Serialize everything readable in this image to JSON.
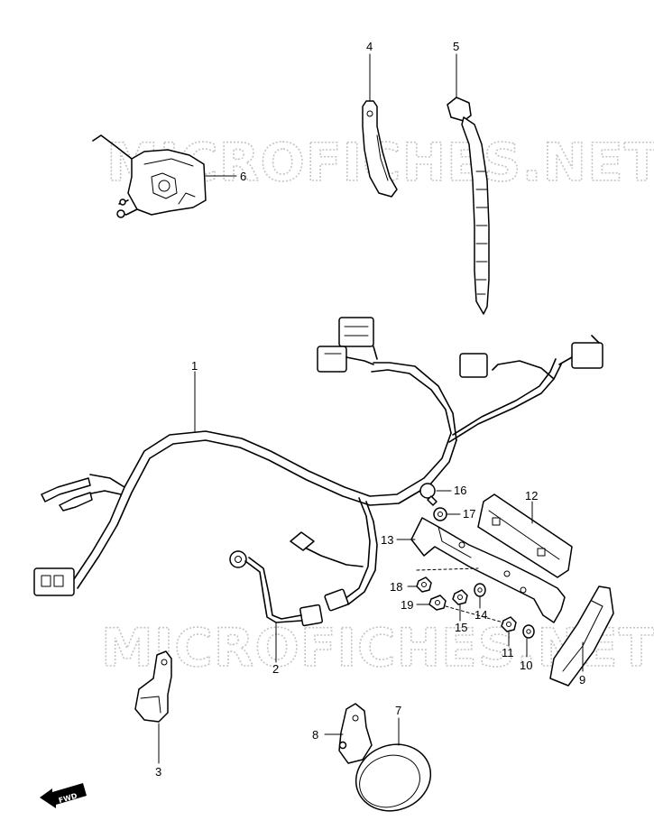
{
  "watermark": "MICROFICHES.NET",
  "fwd_label": "FWD",
  "callouts": [
    {
      "id": "1",
      "part": "wiring-harness"
    },
    {
      "id": "2",
      "part": "ground-lead"
    },
    {
      "id": "3",
      "part": "wire-clamp"
    },
    {
      "id": "4",
      "part": "clamp"
    },
    {
      "id": "5",
      "part": "cable-tie"
    },
    {
      "id": "6",
      "part": "switch-housing"
    },
    {
      "id": "7",
      "part": "round-reflector"
    },
    {
      "id": "8",
      "part": "reflector-bracket"
    },
    {
      "id": "9",
      "part": "rear-reflector"
    },
    {
      "id": "10",
      "part": "washer"
    },
    {
      "id": "11",
      "part": "nut"
    },
    {
      "id": "12",
      "part": "side-reflector"
    },
    {
      "id": "13",
      "part": "reflector-bracket-long"
    },
    {
      "id": "14",
      "part": "washer"
    },
    {
      "id": "15",
      "part": "nut"
    },
    {
      "id": "16",
      "part": "grommet"
    },
    {
      "id": "17",
      "part": "washer"
    },
    {
      "id": "18",
      "part": "nut"
    },
    {
      "id": "19",
      "part": "nut"
    }
  ],
  "colors": {
    "line": "#000000",
    "watermark": "#c4c4c4",
    "background": "#ffffff"
  }
}
